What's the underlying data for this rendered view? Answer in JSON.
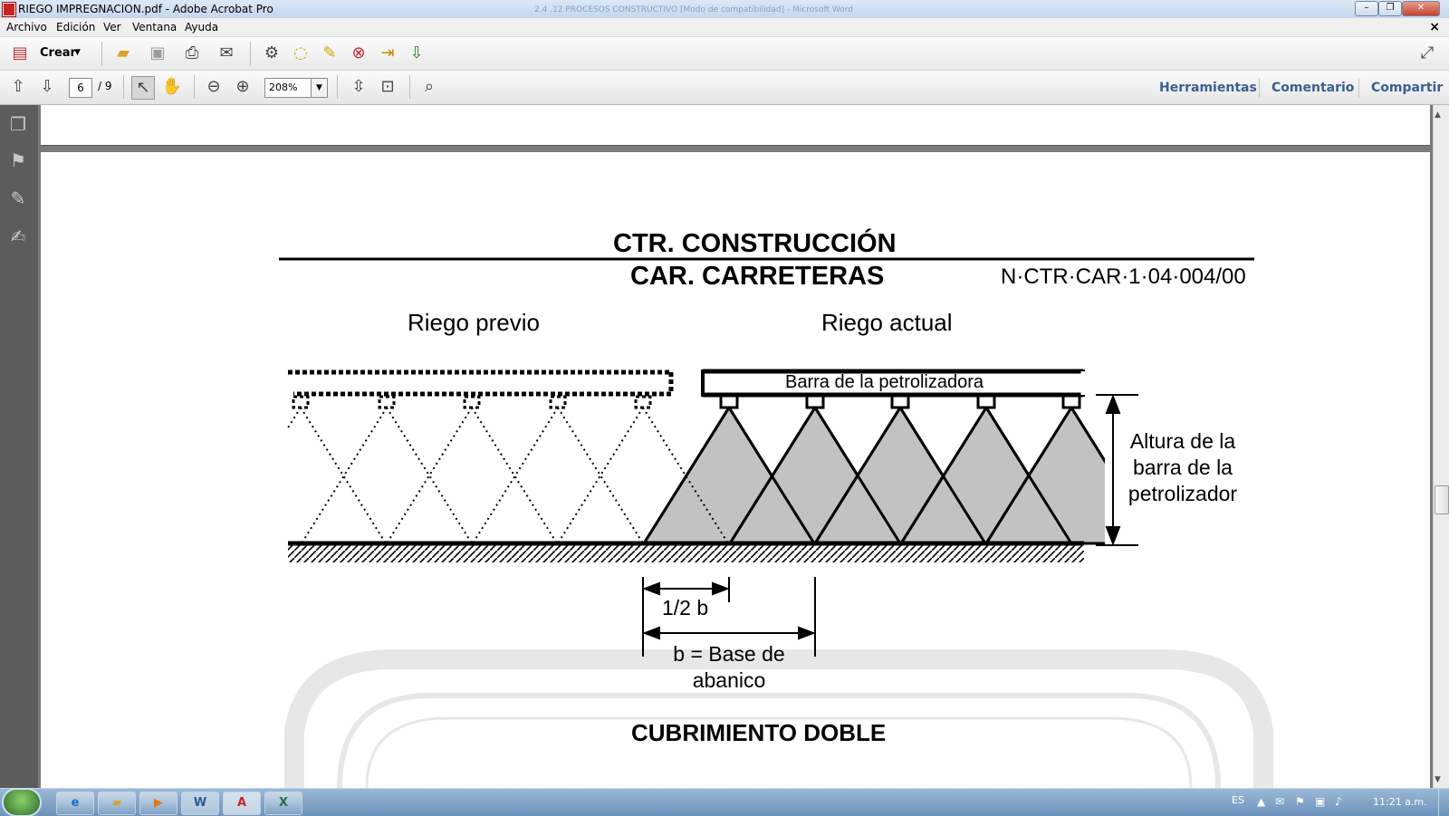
{
  "window": {
    "title": "RIEGO IMPREGNACION.pdf - Adobe Acrobat Pro",
    "background_title": "2.4 .12 PROCESOS CONSTRUCTIVO [Modo de compatibilidad] - Microsoft Word",
    "minimize": "–",
    "restore": "❐",
    "close": "✕"
  },
  "menu": {
    "items": [
      "Archivo",
      "Edición",
      "Ver",
      "Ventana",
      "Ayuda"
    ],
    "close": "×"
  },
  "toolbar": {
    "create_label": "Crear",
    "page_current": "6",
    "page_total": "/ 9",
    "zoom": "208%",
    "panel_links": [
      "Herramientas",
      "Comentario",
      "Compartir"
    ]
  },
  "document": {
    "header_line1": "CTR.  CONSTRUCCIÓN",
    "header_line2": "CAR.  CARRETERAS",
    "doc_code": "N·CTR·CAR·1·04·004/00",
    "label_previous": "Riego previo",
    "label_current": "Riego actual",
    "bar_label": "Barra de la petrolizadora",
    "height_label_lines": [
      "Altura de la",
      "barra de la",
      "petrolizador"
    ],
    "half_base_label": "1/2 b",
    "base_label_lines": [
      "b = Base de",
      "abanico"
    ],
    "caption": "CUBRIMIENTO DOBLE"
  },
  "taskbar": {
    "language": "ES",
    "time": "11:21 a.m."
  },
  "icons": {
    "start": "windows-start-icon",
    "taskbar_apps": [
      "internet-explorer-icon",
      "file-explorer-icon",
      "media-player-icon",
      "word-icon",
      "acrobat-icon",
      "excel-icon"
    ]
  }
}
